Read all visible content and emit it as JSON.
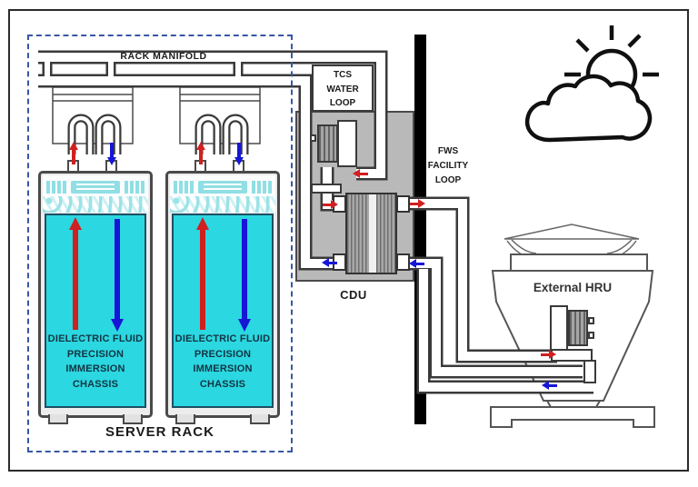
{
  "diagram": {
    "type": "immersion-cooling-system-schematic",
    "labels": {
      "rack_manifold": "RACK MANIFOLD",
      "server_rack": "SERVER RACK",
      "tcs_loop": "TCS\nWATER\nLOOP",
      "cdu": "CDU",
      "fws_loop": "FWS\nFACILITY\nLOOP",
      "external_hru": "External HRU"
    },
    "tanks": [
      {
        "label": "DIELECTRIC FLUID\nPRECISION\nIMMERSION\nCHASSIS"
      },
      {
        "label": "DIELECTRIC FLUID\nPRECISION\nIMMERSION\nCHASSIS"
      }
    ],
    "icons": {
      "weather": "sun-behind-cloud-icon"
    },
    "colors": {
      "dielectric_fluid": "#2bd7e0",
      "hot_flow": "#d02020",
      "cold_flow": "#1616d6",
      "cdu_enclosure": "#b9b9b9",
      "facility_wall": "#000000",
      "rack_boundary_dashed": "#3757a6"
    }
  }
}
